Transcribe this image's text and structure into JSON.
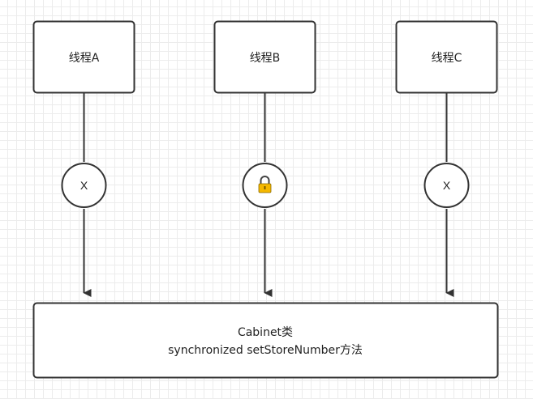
{
  "threads": [
    {
      "label": "线程A",
      "status": "X",
      "status_icon": "blocked-x"
    },
    {
      "label": "线程B",
      "status": "",
      "status_icon": "lock-icon"
    },
    {
      "label": "线程C",
      "status": "X",
      "status_icon": "blocked-x"
    }
  ],
  "target": {
    "line1": "Cabinet类",
    "line2": "synchronized setStoreNumber方法"
  },
  "colors": {
    "stroke": "#333333",
    "lock_body": "#f5b800",
    "lock_shackle": "#444444"
  }
}
